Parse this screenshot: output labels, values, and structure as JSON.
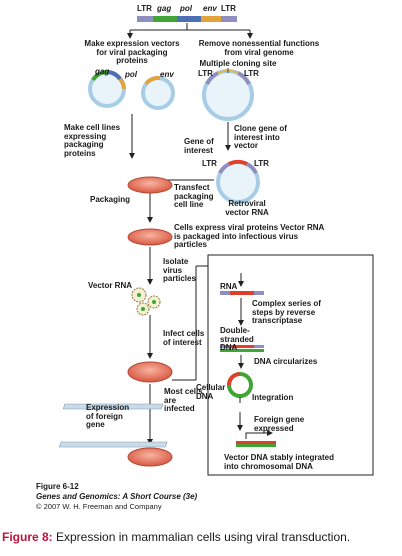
{
  "genome": {
    "segments": [
      "LTR",
      "gag",
      "pol",
      "env",
      "LTR"
    ]
  },
  "steps": {
    "make_vectors": "Make expression vectors for viral packaging proteins",
    "remove_functions": "Remove nonessential functions from viral genome",
    "multiple_cloning_site": "Multiple cloning site",
    "make_cell_lines": "Make cell lines expressing packaging proteins",
    "clone_gene": "Clone gene of interest into vector",
    "gene_of_interest": "Gene of interest",
    "transfect": "Transfect packaging cell line",
    "packaging": "Packaging",
    "retroviral_vector_rna": "Retroviral vector RNA",
    "cells_express": "Cells express viral proteins Vector RNA is packaged into infectious virus particles",
    "isolate": "Isolate virus particles",
    "vector_rna": "Vector RNA",
    "infect": "Infect cells of interest",
    "most_cells": "Most cells are infected",
    "expression": "Expression of foreign gene"
  },
  "plasmid_labels": {
    "gag": "gag",
    "pol": "pol",
    "env": "env",
    "ltr_left_top": "LTR",
    "ltr_right_top": "LTR",
    "ltr_left_mid": "LTR",
    "ltr_right_mid": "LTR"
  },
  "inset": {
    "rna": "RNA",
    "complex_series": "Complex series of steps by reverse transcriptase",
    "double_stranded": "Double- stranded DNA",
    "dna_circularizes": "DNA circularizes",
    "cellular_dna": "Cellular DNA",
    "integration": "Integration",
    "foreign_gene_expressed": "Foreign gene expressed",
    "stably_integrated": "Vector DNA stably integrated into chromosomal DNA"
  },
  "caption": {
    "figure": "Figure 6-12",
    "book": "Genes and Genomics: A Short Course (3e)",
    "copyright": "© 2007 W. H. Freeman and Company",
    "bottom_label": "Figure 8:",
    "bottom_text": " Expression in mammalian cells using viral transduction."
  },
  "colors": {
    "ltr": "#8f8fbf",
    "gag": "#3fa535",
    "pol": "#4c6fb5",
    "env": "#e2a33a",
    "insert": "#e0402a",
    "dish": "#e8705a",
    "caption_accent": "#c0143c"
  }
}
